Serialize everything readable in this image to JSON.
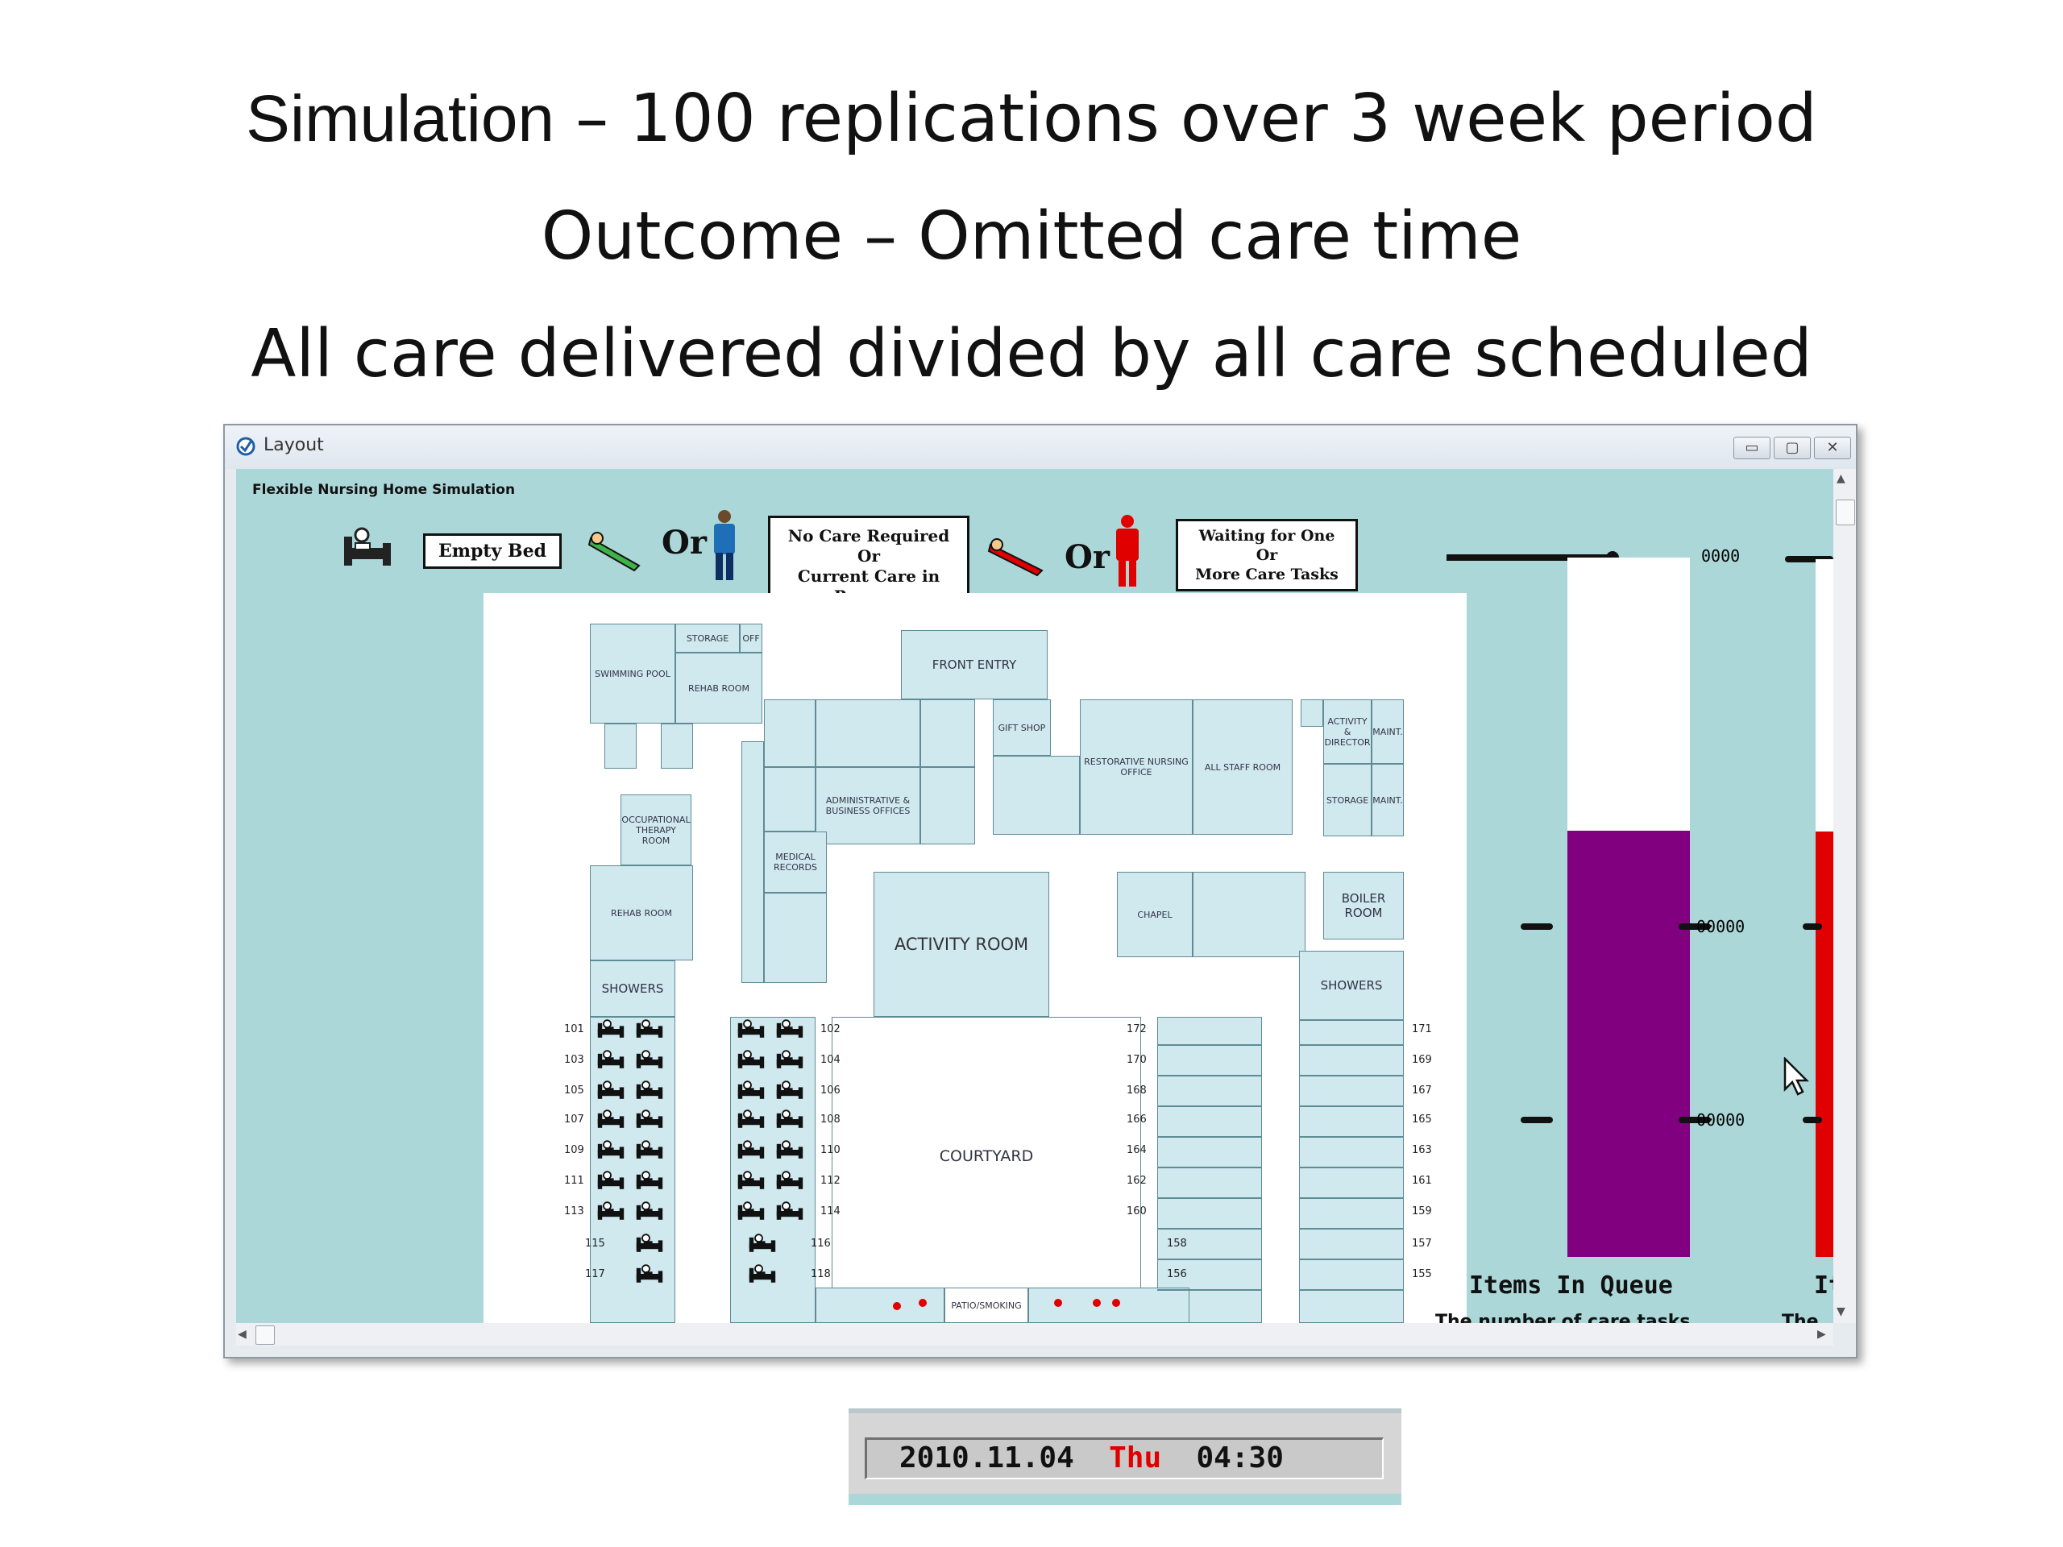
{
  "slide": {
    "line1_bold": "Simulation",
    "line1_rest": " – 100 replications over 3 week period",
    "line2_bold": "Outcome",
    "line2_rest": " – Omitted care time",
    "line3": "All care delivered divided by all care scheduled"
  },
  "window": {
    "title": "Layout",
    "app_heading": "Flexible Nursing Home Simulation",
    "buttons": {
      "minimize": "▭",
      "maximize": "▢",
      "close": "✕"
    }
  },
  "legend": {
    "empty_bed": "Empty Bed",
    "or": "Or",
    "no_care": [
      "No Care Required",
      "Or",
      "Current Care in Process"
    ],
    "waiting": [
      "Waiting for One",
      "Or",
      "More Care Tasks"
    ]
  },
  "floorplan": {
    "rooms": {
      "swimming_pool": "SWIMMING POOL",
      "storage": "STORAGE",
      "off": "OFF",
      "rehab_room": "REHAB ROOM",
      "front_entry": "FRONT ENTRY",
      "gift_shop": "GIFT SHOP",
      "restorative": "RESTORATIVE NURSING OFFICE",
      "all_staff": "ALL STAFF ROOM",
      "activity_director": "ACTIVITY & DIRECTOR",
      "maint": "MAINT.",
      "admin": "ADMINISTRATIVE & BUSINESS OFFICES",
      "occupational": "OCCUPATIONAL THERAPY ROOM",
      "medical_records": "MEDICAL RECORDS",
      "activity_room": "ACTIVITY ROOM",
      "chapel": "CHAPEL",
      "boiler_room": "BOILER ROOM",
      "showers_left": "SHOWERS",
      "showers_right": "SHOWERS",
      "courtyard": "COURTYARD",
      "patio": "PATIO/SMOKING"
    },
    "room_numbers": {
      "col1": [
        "101",
        "103",
        "105",
        "107",
        "109",
        "111",
        "113",
        "115",
        "117"
      ],
      "col2": [
        "102",
        "104",
        "106",
        "108",
        "110",
        "112",
        "114",
        "116",
        "118"
      ],
      "col3": [
        "172",
        "170",
        "168",
        "166",
        "164",
        "162",
        "160",
        "158",
        "156"
      ],
      "col4": [
        "171",
        "169",
        "167",
        "165",
        "163",
        "161",
        "159",
        "157",
        "155"
      ]
    }
  },
  "meters": {
    "left": {
      "tick_top": "0000",
      "tick_mid": "00000",
      "tick_low": "00000",
      "fill_fraction": 0.61,
      "fill_color": "#800080",
      "label": "Items In Queue",
      "sublabel": "The number of care tasks"
    },
    "right": {
      "fill_fraction": 0.61,
      "fill_color": "#e00000",
      "label": "It",
      "sublabel": "The n"
    }
  },
  "colors": {
    "client_bg": "#acd7d8",
    "room_fill": "#cfe9ee",
    "patient_waiting": "#e00000",
    "patient_ok": "#1e6fb8"
  },
  "clock": {
    "date": "2010.11.04",
    "day": "Thu",
    "time": "04:30",
    "day_color": "#e00000"
  }
}
